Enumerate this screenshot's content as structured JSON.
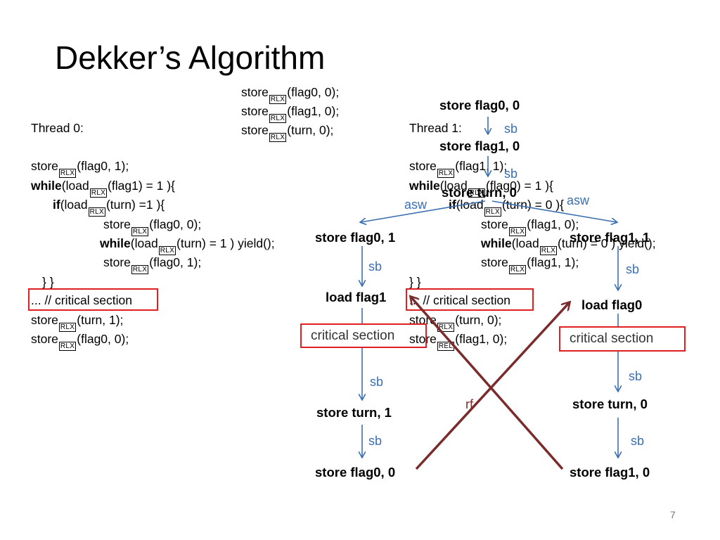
{
  "slide": {
    "title": "Dekker’s Algorithm",
    "page_number": "7"
  },
  "tag": "RLX",
  "tag_rel": "REL",
  "init": {
    "kw": "store",
    "l1_rest": "(flag0, 0);",
    "l2_rest": "(flag1, 0);",
    "l3_rest": "(turn, 0);"
  },
  "thread0": {
    "header": "Thread 0:",
    "store_kw": "store",
    "while_kw": "while",
    "if_kw": "if",
    "load_kw": "(load",
    "l1_rest": "(flag0, 1);",
    "l2_rest": "(flag1) = 1 ){",
    "l3_rest": "(turn) =1 ){",
    "l4_rest": "(flag0, 0);",
    "l5_rest": "(turn) = 1 ) yield();",
    "l6_rest": "(flag0, 1);",
    "close": "} }",
    "critical": "... // critical section",
    "l7_rest": "(turn, 1);",
    "l8_rest": "(flag0, 0);"
  },
  "thread1": {
    "header": "Thread 1:",
    "store_kw": "store",
    "while_kw": "while",
    "if_kw": "if",
    "load_kw": "(load",
    "l1_rest": "(flag1, 1);",
    "l2_rest": "(flag0) = 1 ){",
    "l3_rest": "(turn) = 0 ){",
    "l4_rest": "(flag1, 0);",
    "l5_rest": "(turn) = 0 ) yield();",
    "l6_rest": "(flag1, 1);",
    "close": "} }",
    "critical": "... // critical section",
    "l7_rest": "(turn, 0);",
    "l8_rest": "(flag1, 0);"
  },
  "graph": {
    "top_nodes": [
      "store flag0, 0",
      "store flag1, 0",
      "store turn, 0"
    ],
    "left_nodes": [
      "store flag0, 1",
      "load flag1",
      "critical section",
      "store turn, 1",
      "store flag0, 0"
    ],
    "right_nodes": [
      "store flag1, 1",
      "load flag0",
      "critical section",
      "store turn, 0",
      "store flag1, 0"
    ],
    "edge_sb": "sb",
    "edge_asw": "asw",
    "edge_rf": "rf",
    "colors": {
      "sb": "#3a6fb2",
      "rf": "#7a2b2b",
      "highlight": "#e02020"
    }
  }
}
